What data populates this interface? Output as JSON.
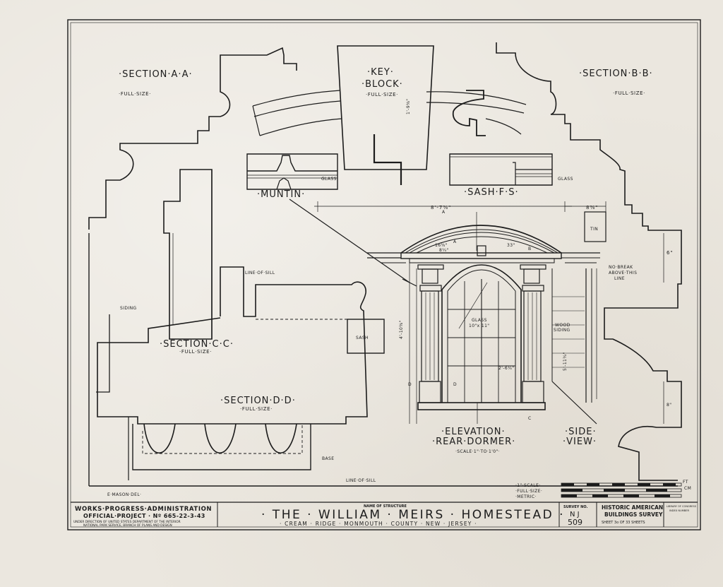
{
  "labels": {
    "section_aa": "·SECTION·A·A·",
    "section_aa_scale": "·FULL·SIZE·",
    "key_block_1": "·KEY·",
    "key_block_2": "·BLOCK·",
    "key_block_scale": "·FULL·SIZE·",
    "section_bb": "·SECTION·B·B·",
    "section_bb_scale": "·FULL·SIZE·",
    "muntin": "·MUNTIN·",
    "glass_left": "GLASS",
    "sash_fs": "·SASH·F·S·",
    "glass_right": "GLASS",
    "section_cc": "·SECTION·C·C·",
    "section_cc_scale": "·FULL·SIZE·",
    "section_dd": "·SECTION·D·D·",
    "section_dd_scale": "·FULL·SIZE·",
    "siding": "SIDING",
    "line_of_sill_upper": "LINE·OF·SILL",
    "sash_box": "SASH",
    "base": "BASE",
    "line_of_sill_lower": "LINE·OF·SILL",
    "elevation_1": "·ELEVATION·",
    "elevation_2": "·REAR·DORMER·",
    "elevation_scale": "·SCALE·1\"·TO·1'0\"·",
    "side_view_1": "·SIDE·",
    "side_view_2": "·VIEW·",
    "tin": "TIN",
    "no_break": "NO·BREAK",
    "above_this": "ABOVE·THIS",
    "line": "LINE",
    "wood_siding_1": "WOOD",
    "wood_siding_2": "SIDING",
    "glass_dim_1": "GLASS",
    "glass_dim_2": "10\"x 11\"",
    "draftsman": "E·MASON·DEL·"
  },
  "dimensions": {
    "overall_width": "8'-7⅜\"",
    "side_width": "8⅜\"",
    "d1": "16⅜\"",
    "d2": "8¼\"",
    "d3": "33\"",
    "d4": "6\"",
    "d5": "4'-10⅜\"",
    "d6": "1'-9⅛\"",
    "d7": "2'-6¼\"",
    "d8": "5'-11¾\"",
    "d9": "8\"",
    "marker_a": "A",
    "marker_b": "B",
    "marker_c": "C",
    "marker_d": "D"
  },
  "scales": {
    "inch_scale": "·1\"·SCALE·",
    "full_size": "·FULL·SIZE·",
    "metric": "·METRIC·",
    "ft": "FT",
    "cm": "CM"
  },
  "title_block": {
    "wpa_1": "WORKS·PROGRESS·ADMINISTRATION",
    "wpa_2": "OFFICIAL·PROJECT · Nº 665-22-3-43",
    "wpa_3": "UNDER DIRECTION OF UNITED STATES DEPARTMENT OF THE INTERIOR",
    "wpa_4": "NATIONAL PARK SERVICE, BRANCH OF PLANS AND DESIGN",
    "name_of_structure": "NAME OF STRUCTURE",
    "structure_name": "· THE · WILLIAM · MEIRS · HOMESTEAD ·",
    "location": "· CREAM · RIDGE · MONMOUTH · COUNTY · NEW · JERSEY ·",
    "survey_no_label": "SURVEY NO.",
    "survey_state": "N J",
    "survey_number": "509",
    "habs_1": "HISTORIC AMERICAN",
    "habs_2": "BUILDINGS SURVEY",
    "sheet": "SHEET 3o OF 33 SHEETS",
    "habs_small_1": "LIBRARY OF CONGRESS",
    "habs_small_2": "INDEX NUMBER"
  }
}
